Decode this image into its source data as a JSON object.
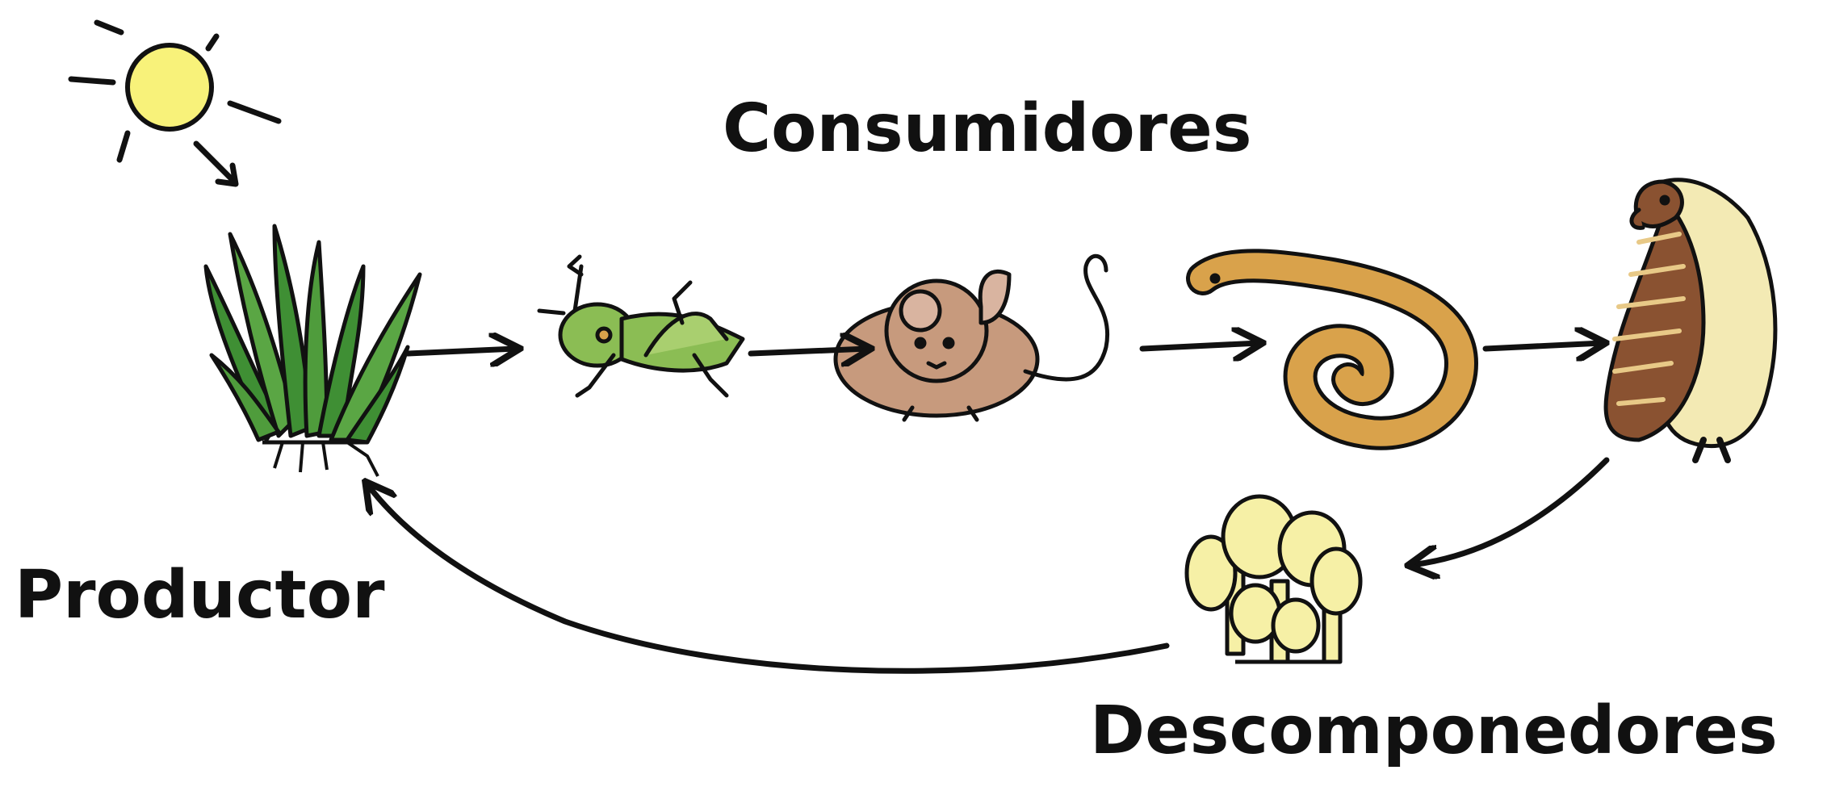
{
  "labels": {
    "consumers": "Consumidores",
    "producer": "Productor",
    "decomposers": "Descomponedores"
  },
  "icons": [
    "sun-icon",
    "grass-icon",
    "grasshopper-icon",
    "mouse-icon",
    "snake-icon",
    "hawk-icon",
    "mushrooms-icon"
  ],
  "colors": {
    "sun": "#f8f27a",
    "grass": "#3f8f34",
    "grasshopper": "#8bbd54",
    "mouse": "#c79a7d",
    "snake": "#d9a24b",
    "hawk_brown": "#8a5231",
    "hawk_cream": "#f3eab4",
    "mushroom": "#f6f0a6",
    "ink": "#111111"
  }
}
